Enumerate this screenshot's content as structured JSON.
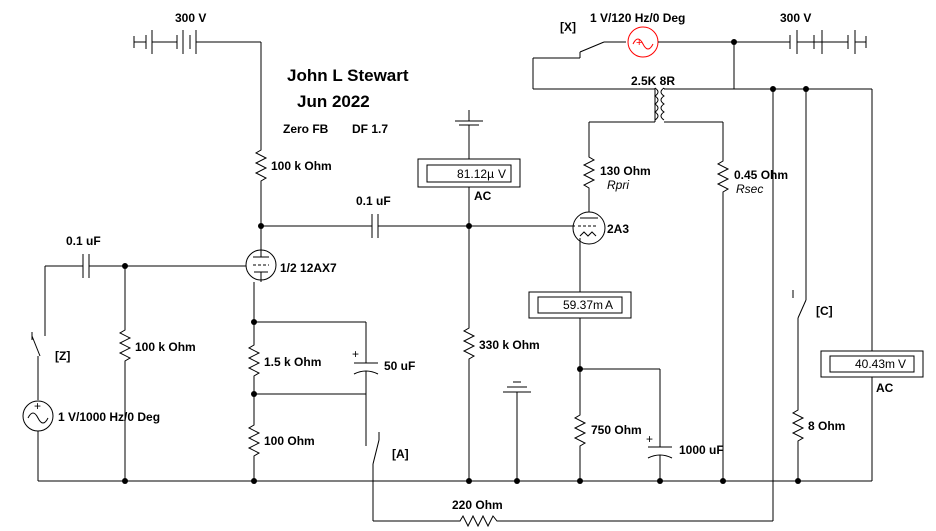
{
  "title": {
    "author": "John L Stewart",
    "date": "Jun 2022"
  },
  "notes": {
    "feedback": "Zero FB",
    "damping": "DF 1.7"
  },
  "sources": {
    "b_plus_left": "300 V",
    "b_plus_right": "300 V",
    "input_source": "1 V/1000 Hz/0 Deg",
    "hum_source": "1 V/120 Hz/0 Deg"
  },
  "switches": {
    "x": "[X]",
    "z": "[Z]",
    "a": "[A]",
    "c": "[C]"
  },
  "resistors": {
    "plate_load": "100 k Ohm",
    "grid_leak_in": "100 k Ohm",
    "cathode_1": "1.5 k Ohm",
    "cathode_2": "100  Ohm",
    "grid_2a3": "330 k Ohm",
    "rpri_value": "130  Ohm",
    "rpri_name": "Rpri",
    "rsec_value": "0.45  Ohm",
    "rsec_name": "Rsec",
    "cathode_2a3": "750  Ohm",
    "load": "8  Ohm",
    "feedback": "220  Ohm"
  },
  "capacitors": {
    "input": "0.1 uF",
    "coupling": "0.1 uF",
    "bypass_1": "50 uF",
    "bypass_2": "1000 uF"
  },
  "tubes": {
    "driver": "1/2 12AX7",
    "output": "2A3"
  },
  "transformer": {
    "ratio": "2.5K  8R"
  },
  "meters": {
    "grid": {
      "reading": "81.12µ",
      "unit": "V",
      "mode": "AC"
    },
    "cathode": {
      "reading": "59.37m",
      "unit": "A"
    },
    "output": {
      "reading": "40.43m",
      "unit": "V",
      "mode": "AC"
    }
  },
  "colors": {
    "wire": "#000000",
    "hum_source": "#ff0000"
  }
}
